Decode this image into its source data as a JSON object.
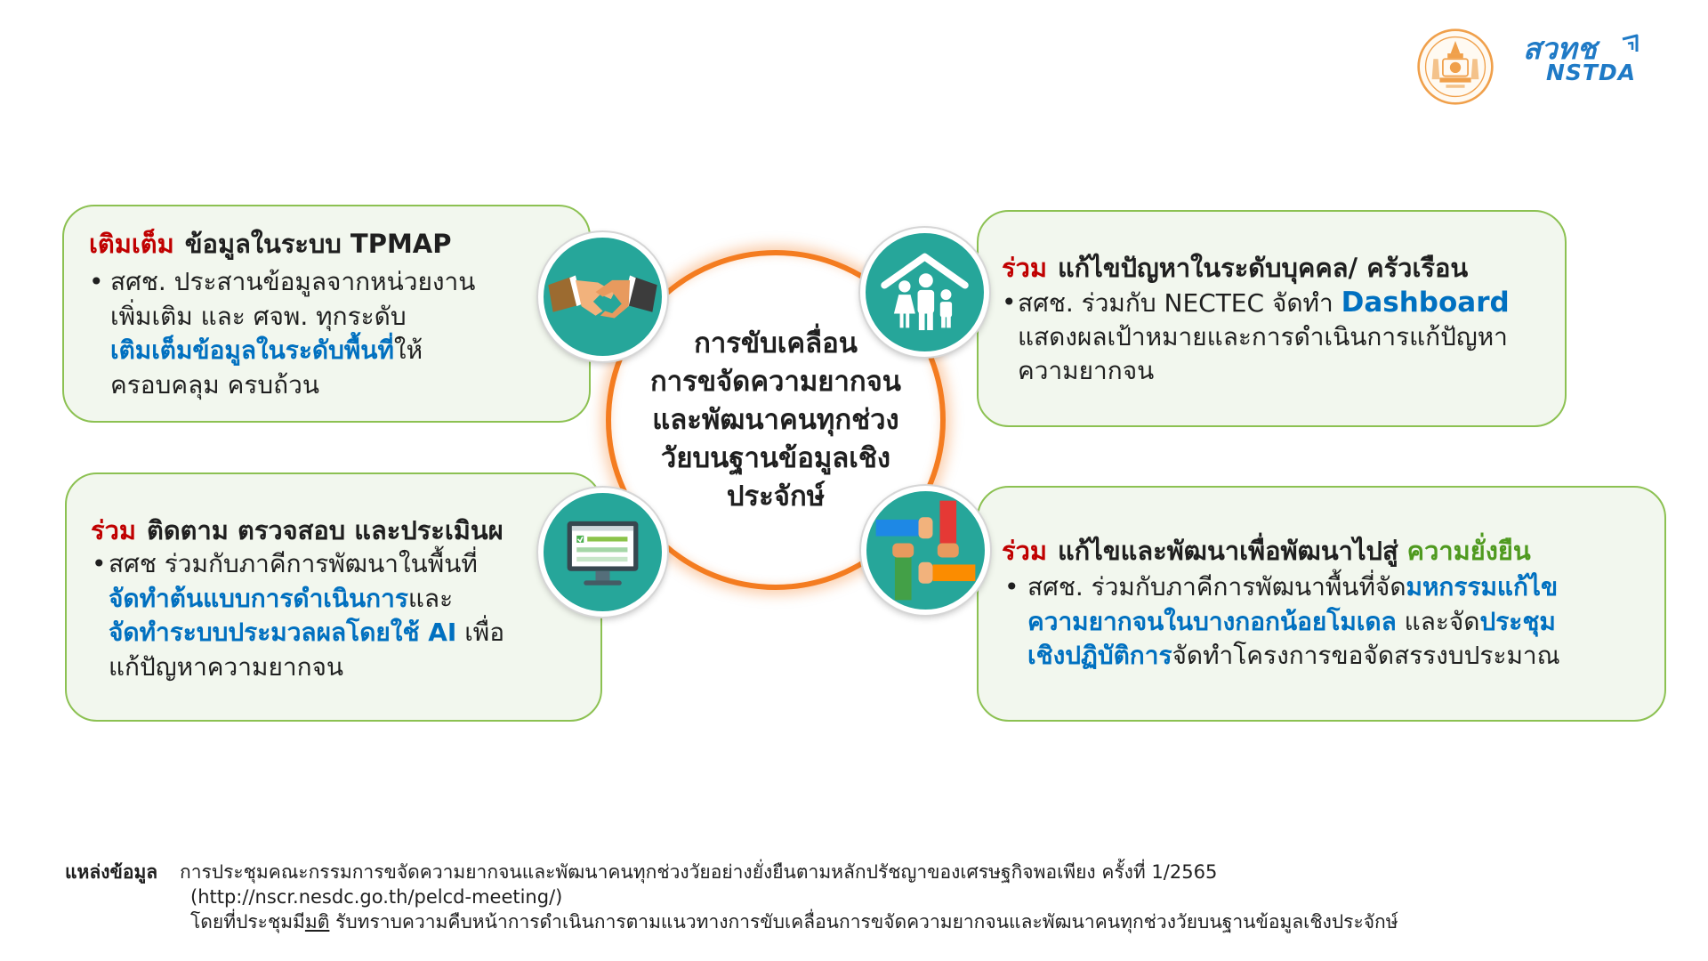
{
  "logos": {
    "nstda_thai": "สวทช",
    "nstda_en": "NSTDA",
    "seal": "government-seal-logo"
  },
  "center": {
    "lines": [
      "การขับเคลื่อน",
      "การขจัดความยากจน",
      "และพัฒนาคนทุกช่วง",
      "วัยบนฐานข้อมูลเชิง",
      "ประจักษ์"
    ]
  },
  "box_tpmap": {
    "icon": "handshake-icon",
    "keyword": "เติมเต็ม",
    "title": "ข้อมูลในระบบ TPMAP",
    "bullet": "•",
    "lines": [
      [
        "สศช. ประสานข้อมูลจากหน่วยงาน"
      ],
      [
        "เพิ่มเติม และ ศจพ. ทุกระดับ"
      ],
      [
        "เติมเต็มข้อมูลในระดับพื้นที่",
        "ให้"
      ],
      [
        "ครอบคลุม ครบถ้วน"
      ]
    ]
  },
  "box_household": {
    "icon": "family-house-icon",
    "keyword": "ร่วม",
    "title": "แก้ไขปัญหาในระดับบุคคล/ ครัวเรือน",
    "bullet": "•",
    "lines": [
      [
        "สศช. ร่วมกับ NECTEC จัดทำ ",
        "Dashboard"
      ],
      [
        "แสดงผลเป้าหมายและการดำเนินการแก้ปัญหา"
      ],
      [
        "ความยากจน"
      ]
    ]
  },
  "box_monitoring": {
    "icon": "computer-monitor-icon",
    "keyword": "ร่วม",
    "title": "ติดตาม ตรวจสอบ และประเมินผ",
    "bullet": "•",
    "lines": [
      [
        "สศช ร่วมกับภาคีการพัฒนาในพื้นที่"
      ],
      [
        "จัดทำต้นแบบการดำเนินการ",
        "และ"
      ],
      [
        "จัดทำระบบประมวลผลโดยใช้ AI",
        " เพื่อ"
      ],
      [
        "แก้ปัญหาความยากจน"
      ]
    ]
  },
  "box_sustainability": {
    "icon": "teamwork-hands-icon",
    "keyword": "ร่วม",
    "title": "แก้ไขและพัฒนาเพื่อพัฒนาไปสู่",
    "highlight": "ความยั่งยืน",
    "bullet": "•",
    "lines": [
      [
        "สศช. ร่วมกับภาคีการพัฒนาพื้นที่จัด",
        "มหกรรมแก้ไข"
      ],
      [
        "ความยากจนในบางกอกน้อยโมเดล",
        " และจัด",
        "ประชุม"
      ],
      [
        "เชิงปฏิบัติการ",
        "จัดทำโครงการขอจัดสรรงบประมาณ"
      ]
    ]
  },
  "footer": {
    "label": "แหล่งข้อมูล",
    "line1": "การประชุมคณะกรรมการขจัดความยากจนและพัฒนาคนทุกช่วงวัยอย่างยั่งยืนตามหลักปรัชญาของเศรษฐกิจพอเพียง ครั้งที่ 1/2565",
    "line2": "(http://nscr.nesdc.go.th/pelcd-meeting/)",
    "line3_prefix": "โดยที่ประชุมมี",
    "line3_underlined": "มติ",
    "line3_rest": " รับทราบความคืบหน้าการดำเนินการตามแนวทางการขับเคลื่อนการขจัดความยากจนและพัฒนาคนทุกช่วงวัยบนฐานข้อมูลเชิงประจักษ์"
  },
  "colors": {
    "emphasis_red": "#c00000",
    "emphasis_blue": "#0070c0",
    "emphasis_green": "#4f9a1f",
    "box_border": "#8cc152",
    "box_fill": "#f2f7ee",
    "icon_teal": "#26a69a",
    "center_ring": "#f47c20",
    "text_dark": "#1f1f1f",
    "nstda_blue": "#1f7ac6"
  }
}
